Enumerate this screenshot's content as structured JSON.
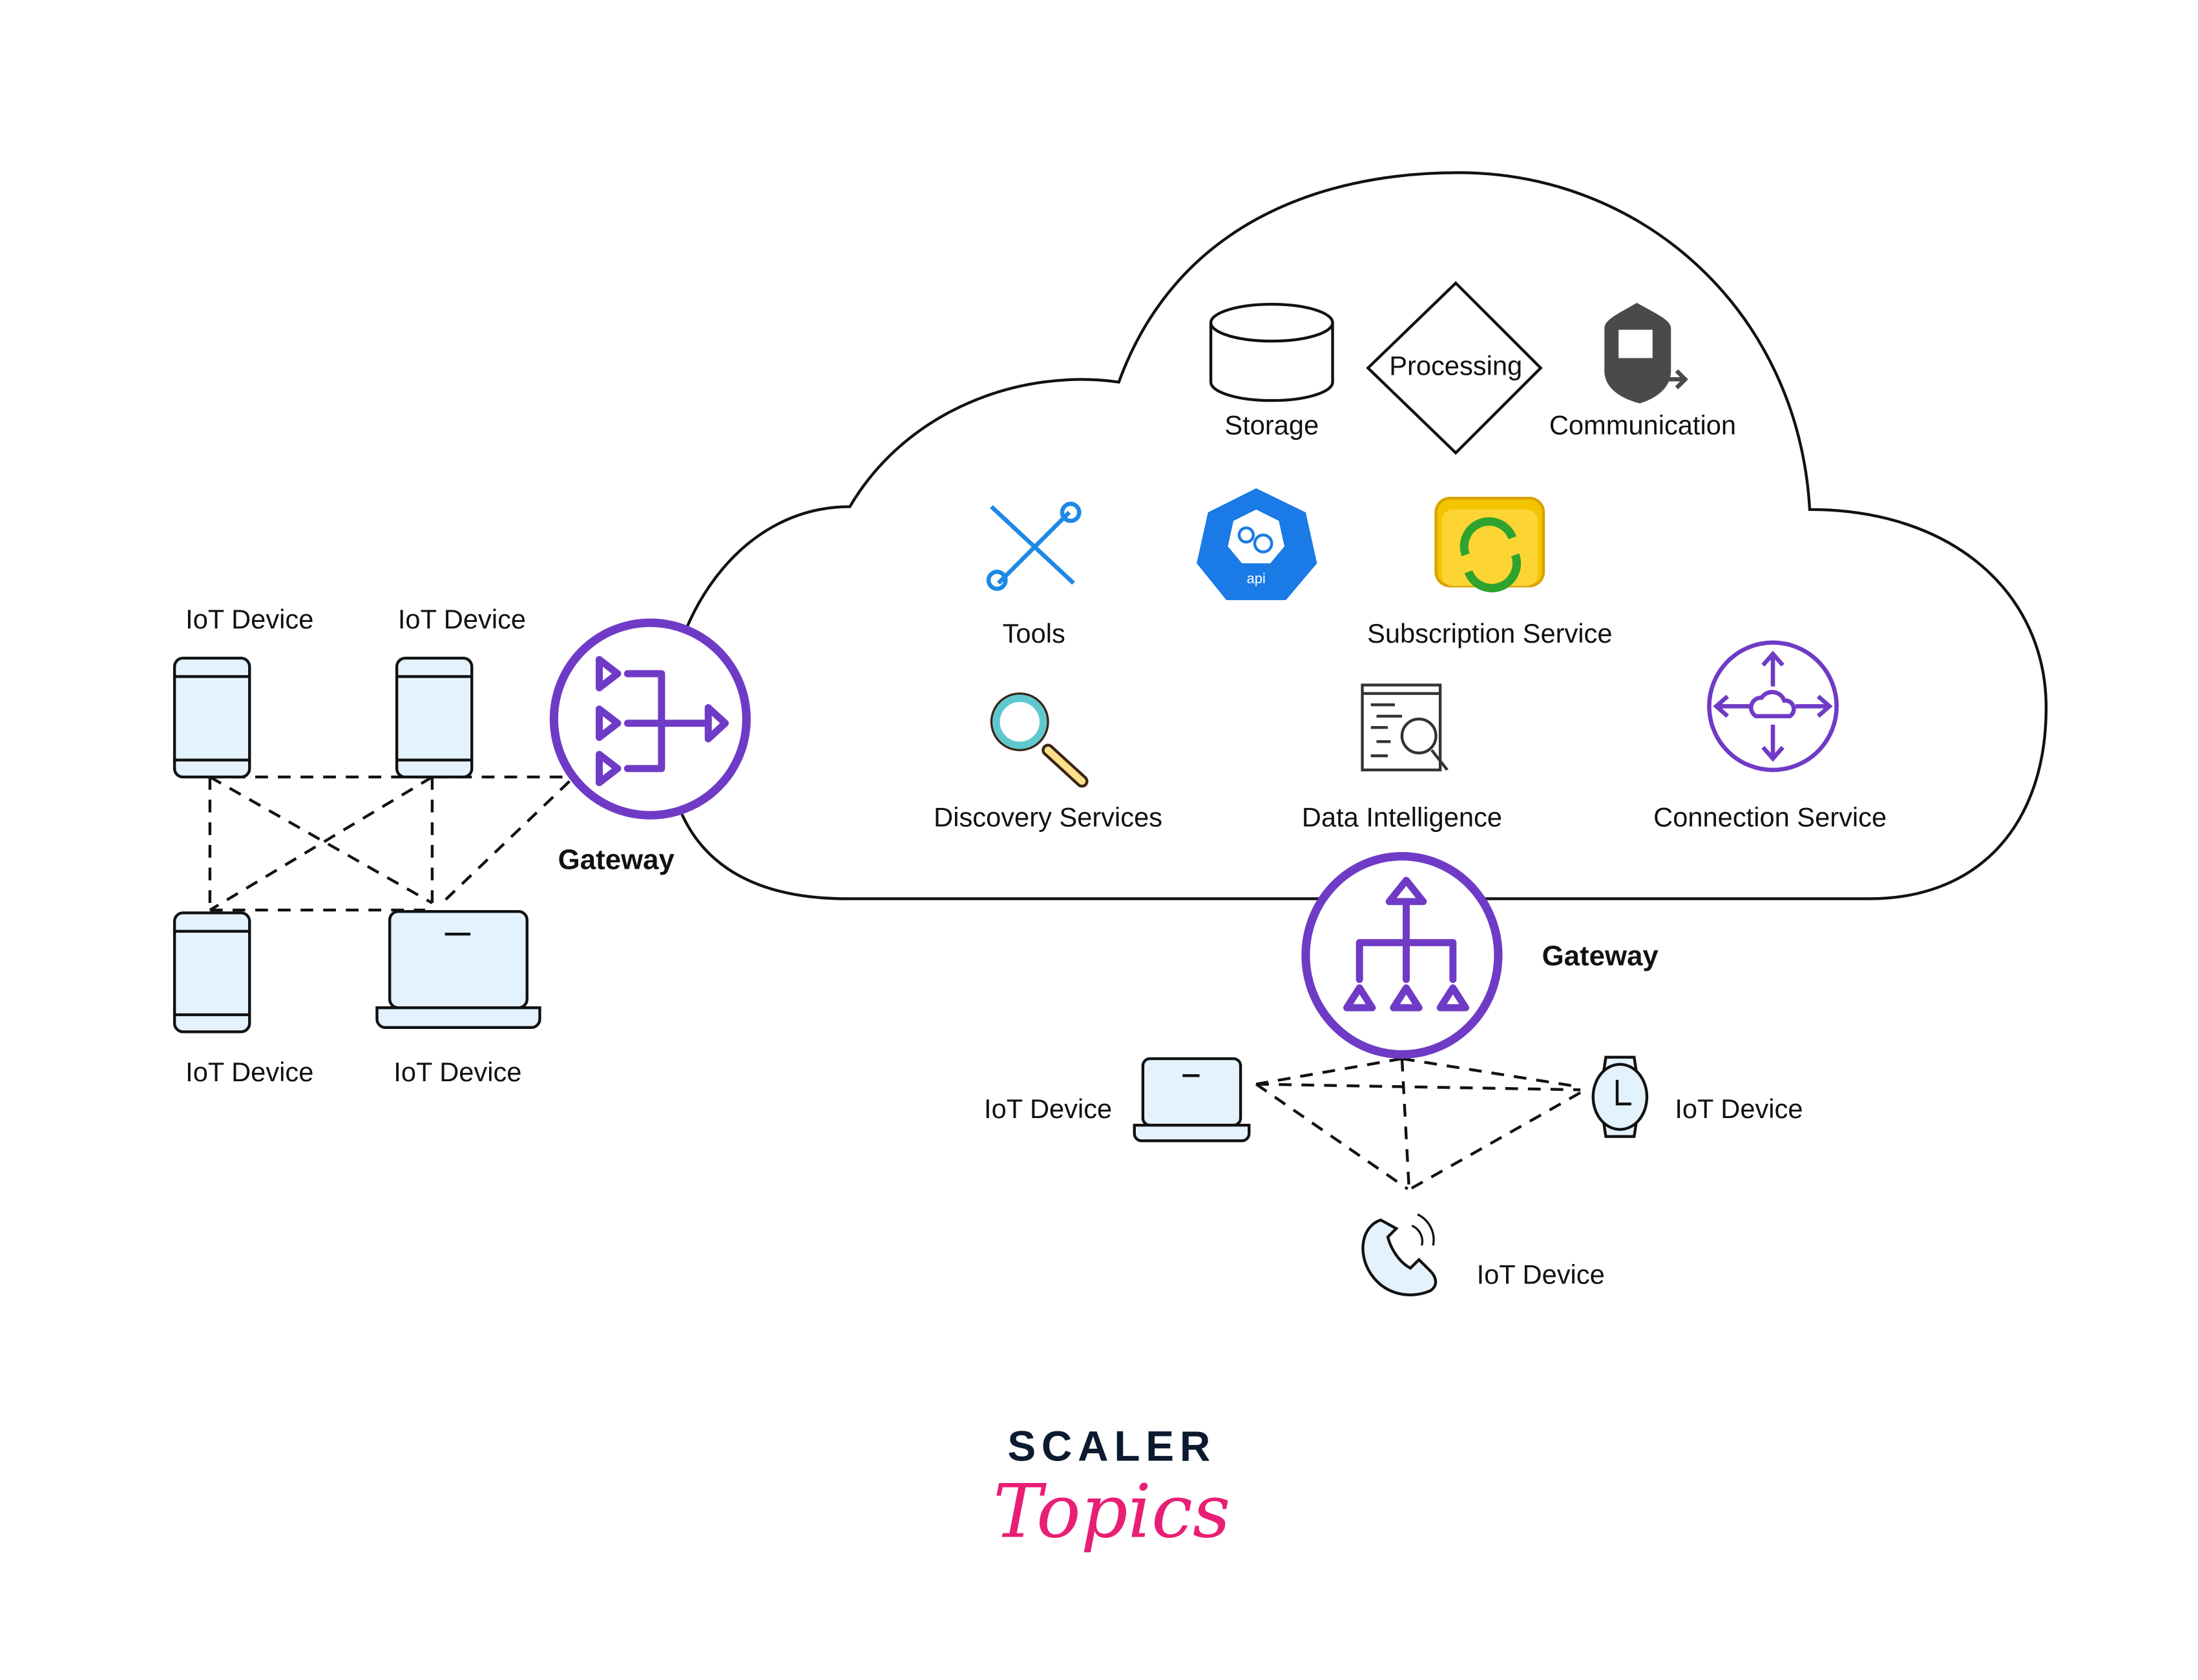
{
  "cloud": {
    "services": {
      "storage": "Storage",
      "processing": "Processing",
      "communication": "Communication",
      "tools": "Tools",
      "api_badge": "api",
      "subscription": "Subscription Service",
      "discovery": "Discovery Services",
      "data_intelligence": "Data Intelligence",
      "connection": "Connection Service"
    }
  },
  "left_cluster": {
    "gateway_label": "Gateway",
    "devices": [
      "IoT Device",
      "IoT Device",
      "IoT Device",
      "IoT Device"
    ]
  },
  "bottom_cluster": {
    "gateway_label": "Gateway",
    "devices": [
      "IoT Device",
      "IoT Device",
      "IoT Device"
    ]
  },
  "logo": {
    "line1": "SCALER",
    "line2": "Topics"
  },
  "colors": {
    "gateway": "#6f3bc6",
    "device_fill": "#e3f2fd",
    "logo_dark": "#0b1a2e",
    "logo_pink": "#e91e75"
  }
}
